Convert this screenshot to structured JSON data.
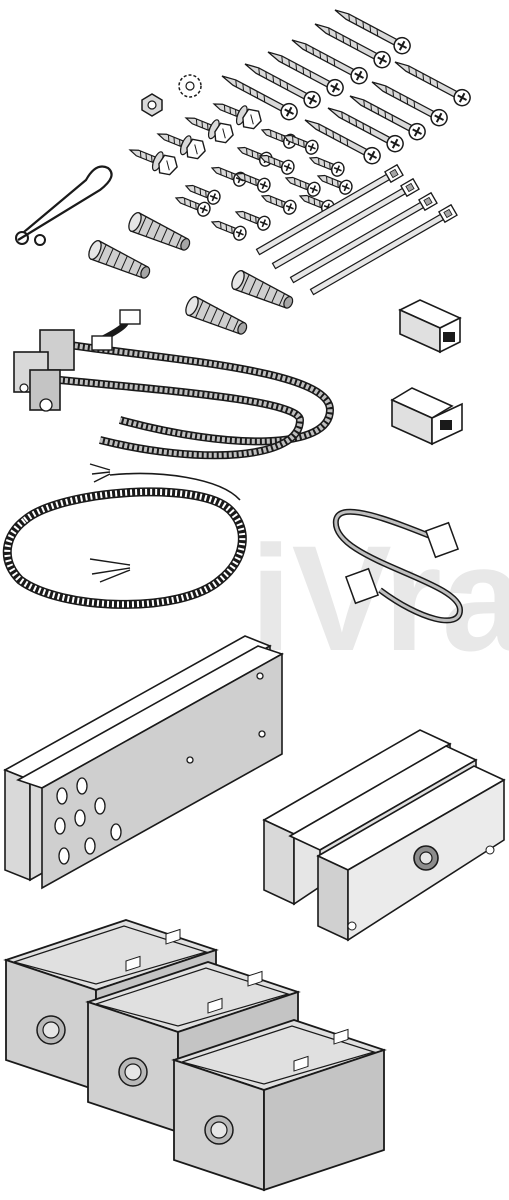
{
  "watermark": {
    "text": "iVra",
    "color": "#e6e6e6"
  },
  "palette": {
    "outline": "#1a1a1a",
    "metal": "#d9d9d9",
    "metal_dark": "#a6a6a6",
    "cable": "#bfbfbf",
    "plastic": "#cfcfcf",
    "clear": "#e8e8e8"
  },
  "parts": [
    {
      "name": "wood-screws-set",
      "icon": "wood-screw-icon"
    },
    {
      "name": "hex-bolt-set",
      "icon": "hex-bolt-icon"
    },
    {
      "name": "washer-and-nut",
      "icon": "nut-icon"
    },
    {
      "name": "cotter-pin",
      "icon": "pin-icon"
    },
    {
      "name": "machine-screw-set",
      "icon": "machine-screw-icon"
    },
    {
      "name": "cable-ties",
      "icon": "cable-tie-icon"
    },
    {
      "name": "cable-glands",
      "icon": "cable-gland-icon"
    },
    {
      "name": "rj-couplers",
      "icon": "rj-coupler-icon"
    },
    {
      "name": "cable-harness",
      "icon": "harness-icon"
    },
    {
      "name": "coiled-cable",
      "icon": "coiled-cable-icon"
    },
    {
      "name": "patch-cable",
      "icon": "patch-cable-icon"
    },
    {
      "name": "mounting-plates",
      "icon": "mounting-plate-icon"
    },
    {
      "name": "clear-covers",
      "icon": "enclosure-cover-icon"
    },
    {
      "name": "junction-boxes",
      "icon": "junction-box-icon"
    }
  ]
}
